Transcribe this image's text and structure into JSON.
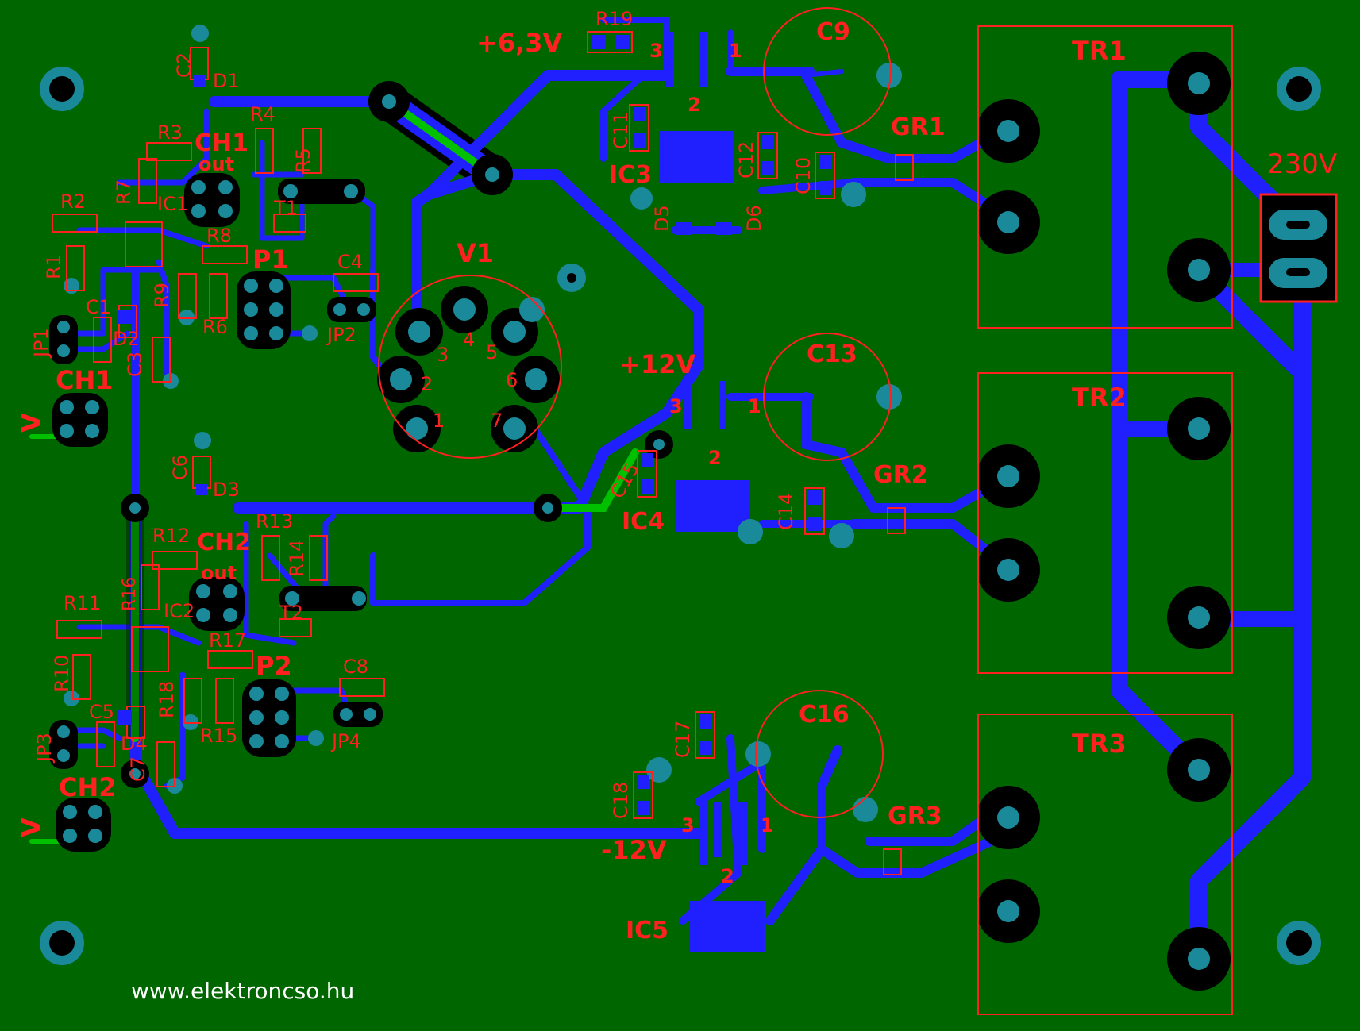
{
  "labels": {
    "v_6_3": "+6,3V",
    "v_p12": "+12V",
    "v_m12": "-12V",
    "v_230": "230V",
    "r19": "R19",
    "ic3": "IC3",
    "ic4": "IC4",
    "ic5": "IC5",
    "c2": "C2",
    "d1": "D1",
    "r3": "R3",
    "r4": "R4",
    "r5": "R5",
    "r2": "R2",
    "r7": "R7",
    "r8": "R8",
    "r1": "R1",
    "c1": "C1",
    "r9": "R9",
    "r6": "R6",
    "d2": "D2",
    "c3": "C3",
    "jp1": "JP1",
    "jp2": "JP2",
    "c4": "C4",
    "t1": "T1",
    "ic1": "IC1",
    "ch1out_a": "CH1",
    "ch1out_b": "out",
    "ch1": "CH1",
    "p1": "P1",
    "c6": "C6",
    "d3": "D3",
    "r12": "R12",
    "r13": "R13",
    "r14": "R14",
    "r16": "R16",
    "ic2": "IC2",
    "r11": "R11",
    "r17": "R17",
    "r10": "R10",
    "r18": "R18",
    "r15": "R15",
    "c5": "C5",
    "jp3": "JP3",
    "jp4": "JP4",
    "d4": "D4",
    "c7": "C7",
    "c8": "C8",
    "t2": "T2",
    "ch2out_a": "CH2",
    "ch2out_b": "out",
    "ch2": "CH2",
    "p2": "P2",
    "v1": "V1",
    "c9": "C9",
    "c10": "C10",
    "c11": "C11",
    "c12": "C12",
    "c13": "C13",
    "c14": "C14",
    "c15": "C15",
    "c16": "C16",
    "c17": "C17",
    "c18": "C18",
    "d5": "D5",
    "d6": "D6",
    "gr1": "GR1",
    "gr2": "GR2",
    "gr3": "GR3",
    "tr1": "TR1",
    "tr2": "TR2",
    "tr3": "TR3",
    "vsym1": "V",
    "vsym2": "V",
    "reg_pin1": "1",
    "reg_pin2": "2",
    "reg_pin3": "3",
    "tube_pins": [
      "1",
      "2",
      "3",
      "4",
      "5",
      "6",
      "7"
    ]
  },
  "website": "www.elektroncso.hu",
  "colors": {
    "board": "#006600",
    "trace_top": "#2020ff",
    "trace_green": "#00c000",
    "silkscreen": "#ff2020",
    "pad": "#1a8a9a",
    "pad_ring": "#000000"
  }
}
